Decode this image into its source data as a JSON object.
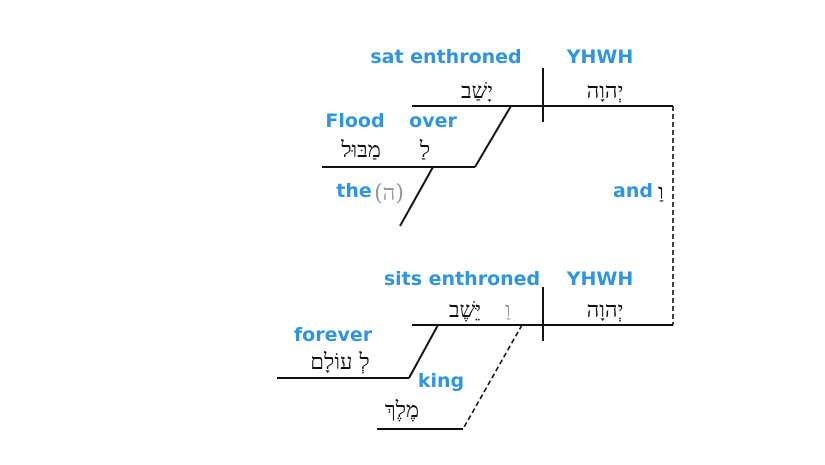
{
  "clause1": {
    "verb_en": "sat enthroned",
    "verb_he": "יָשַׁב",
    "subject_en": "YHWH",
    "subject_he": "יְהוָה",
    "prep_en": "over",
    "prep_he": "לַ",
    "object_en": "Flood",
    "object_he": "מַבּוּל",
    "article_en": "the",
    "article_he": "(ה)"
  },
  "conjunction": {
    "en": "and",
    "he": "וַ"
  },
  "clause2": {
    "verb_en": "sits enthroned",
    "verb_prefix_he": "וַ",
    "verb_he": "יֵּשֶׁב",
    "subject_en": "YHWH",
    "subject_he": "יְהוָה",
    "adverb_en": "forever",
    "adverb_he": "לְ עוֹלָם",
    "complement_en": "king",
    "complement_he": "מֶלֶךְ"
  },
  "colors": {
    "english": "#2f95e3",
    "lines": "#111111",
    "implied": "#999999"
  }
}
